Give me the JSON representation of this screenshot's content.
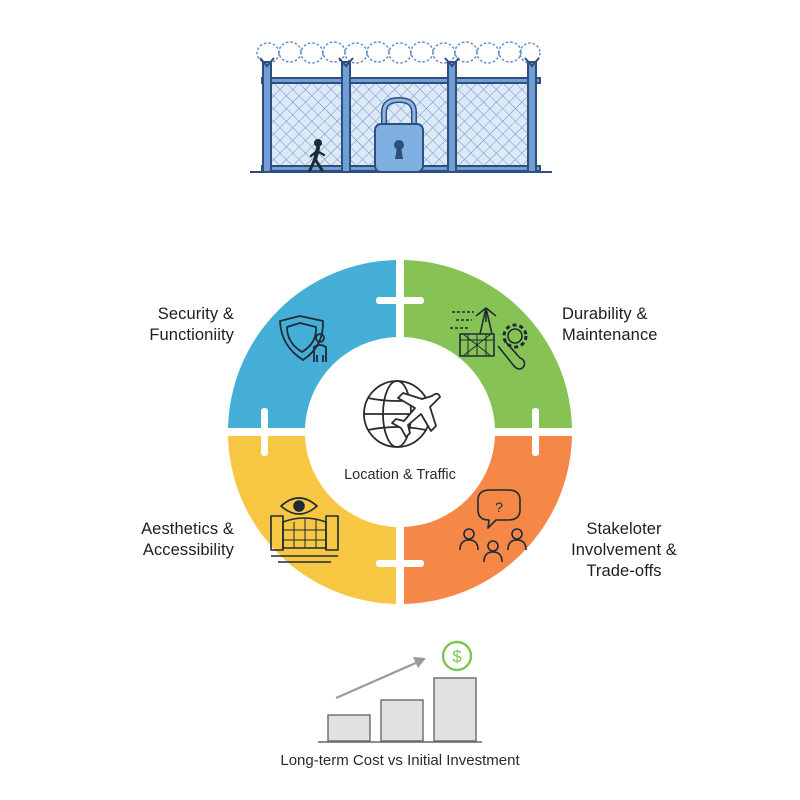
{
  "diagram": {
    "center": {
      "label": "Location & Traffic"
    },
    "quadrants": [
      {
        "position": "top-left",
        "lines": [
          "Security &",
          "Functioniity"
        ],
        "color": "#45aed6",
        "icon": "shield-person-icon"
      },
      {
        "position": "top-right",
        "lines": [
          "Durability &",
          "Maintenance"
        ],
        "color": "#86c354",
        "icon": "fence-wrench-gear-icon"
      },
      {
        "position": "bottom-left",
        "lines": [
          "Aesthetics &",
          "Accessibility"
        ],
        "color": "#f7c744",
        "icon": "eye-gate-icon"
      },
      {
        "position": "bottom-right",
        "lines": [
          "Stakeloter",
          "Involvement &",
          "Trade-offs"
        ],
        "color": "#f58846",
        "icon": "people-discussion-icon"
      }
    ],
    "center_icon": "globe-airplane-icon",
    "top_illustration": "fence-padlock-icon",
    "bottom": {
      "label": "Long-term Cost vs Initial Investment",
      "icon": "rising-bars-dollar-icon",
      "bar_levels": [
        0.32,
        0.51,
        0.79
      ]
    }
  }
}
